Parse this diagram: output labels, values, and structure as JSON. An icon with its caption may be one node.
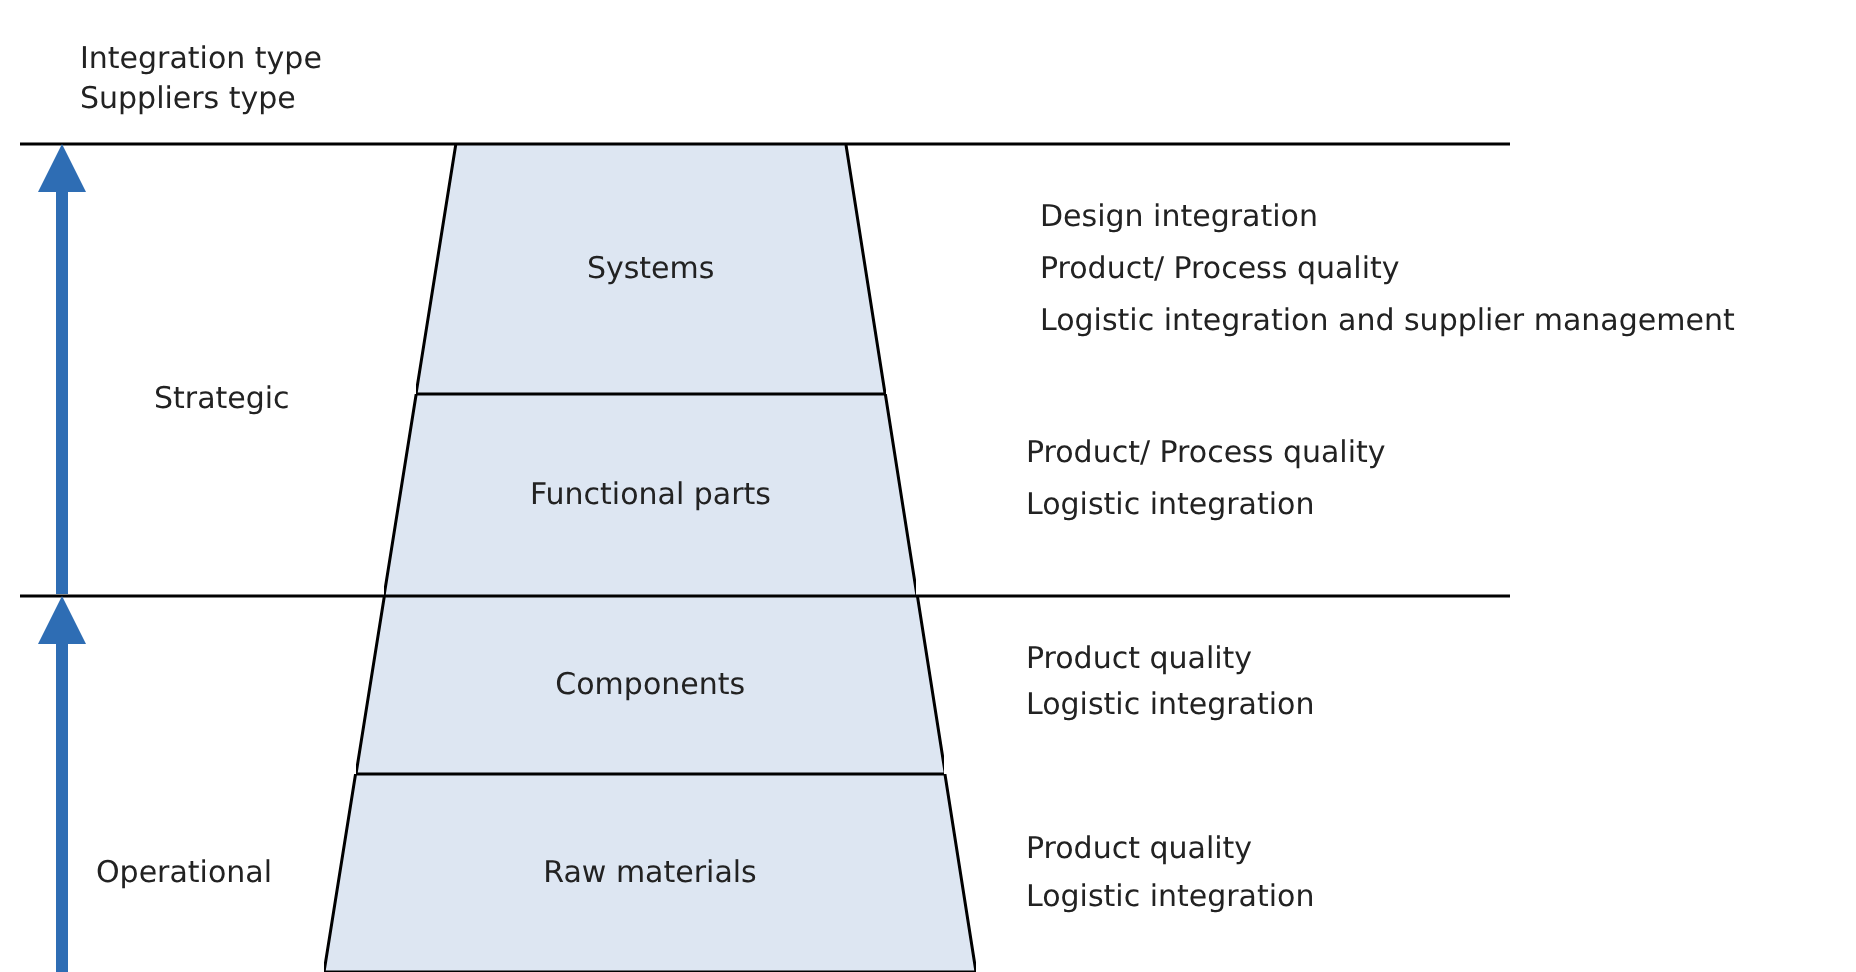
{
  "diagram": {
    "nodes": [
      {
        "text": [
          "Systems"
        ],
        "beside": [
          "Design integration",
          "Product/ Process quality",
          "Logistic integration and supplier management"
        ]
      },
      {
        "text": [
          "Functional parts"
        ],
        "beside": [
          "Product/ Process quality",
          "Logistic integration"
        ]
      },
      {
        "text": [
          "Components"
        ],
        "beside": [
          "Product quality",
          "Logistic integration"
        ]
      },
      {
        "text": [
          "Raw materials"
        ],
        "beside": [
          "Product quality",
          "Logistic integration"
        ]
      }
    ],
    "edges": [],
    "labels": [
      "Integration type",
      "Suppliers type",
      "Strategic",
      "Operational"
    ]
  }
}
